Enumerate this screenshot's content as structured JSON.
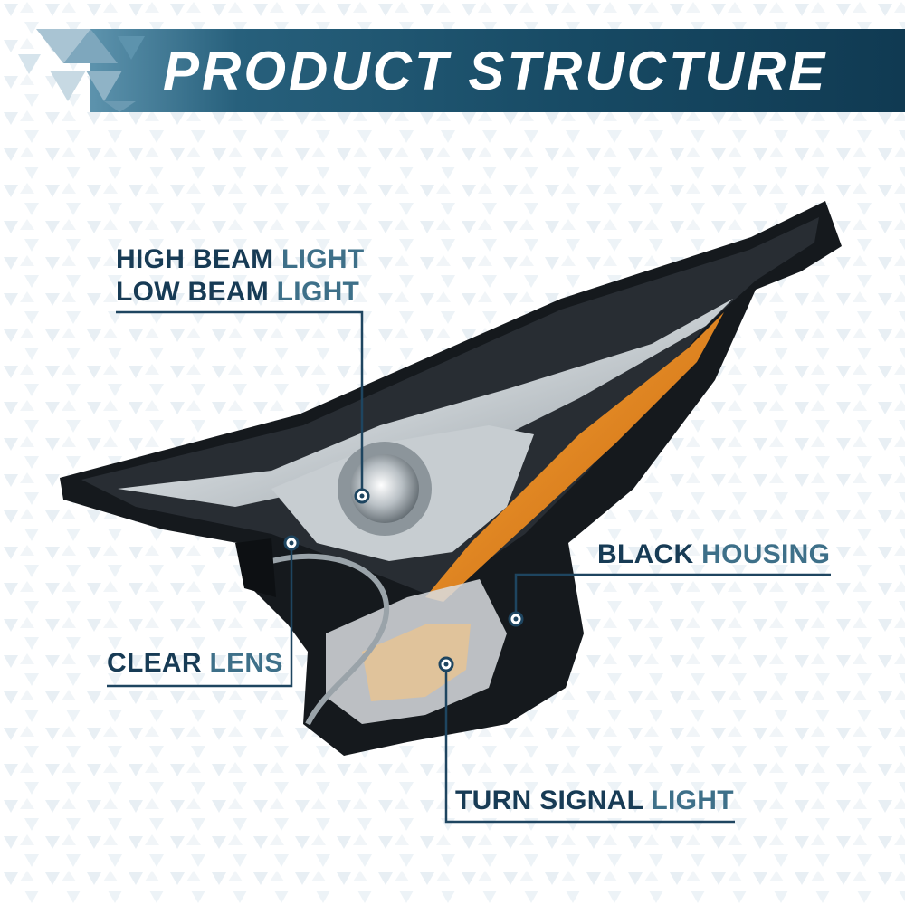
{
  "banner": {
    "title": "PRODUCT STRUCTURE",
    "colors": {
      "dark": "#103a52",
      "mid": "#27607c",
      "light": "#5d93ad"
    }
  },
  "callouts": {
    "high_beam": {
      "word1": "HIGH BEAM",
      "word2": " LIGHT"
    },
    "low_beam": {
      "word1": "LOW BEAM",
      "word2": " LIGHT"
    },
    "black_housing": {
      "word1": "BLACK",
      "word2": " HOUSING"
    },
    "clear_lens": {
      "word1": "CLEAR",
      "word2": " LENS"
    },
    "turn_signal": {
      "word1": "TURN SIGNAL",
      "word2": " LIGHT"
    }
  },
  "colors": {
    "label_dark": "#173b55",
    "label_light": "#3e7089",
    "leader_line": "#1e4560",
    "amber": "#e8891a",
    "housing": "#111418",
    "chrome": "#d9dde0",
    "pattern": "#e8eff4"
  },
  "icons": {
    "banner_mark": "triangle-mosaic-icon",
    "callout_marker": "ring-dot-marker-icon"
  }
}
